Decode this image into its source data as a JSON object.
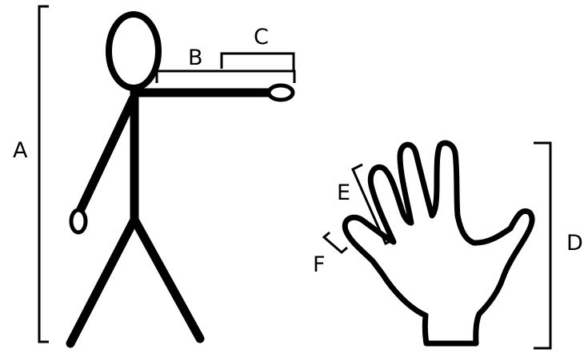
{
  "labels": {
    "a": "A",
    "b": "B",
    "c": "C",
    "d": "D",
    "e": "E",
    "f": "F"
  },
  "colors": {
    "ink": "#000000",
    "background": "#ffffff"
  }
}
